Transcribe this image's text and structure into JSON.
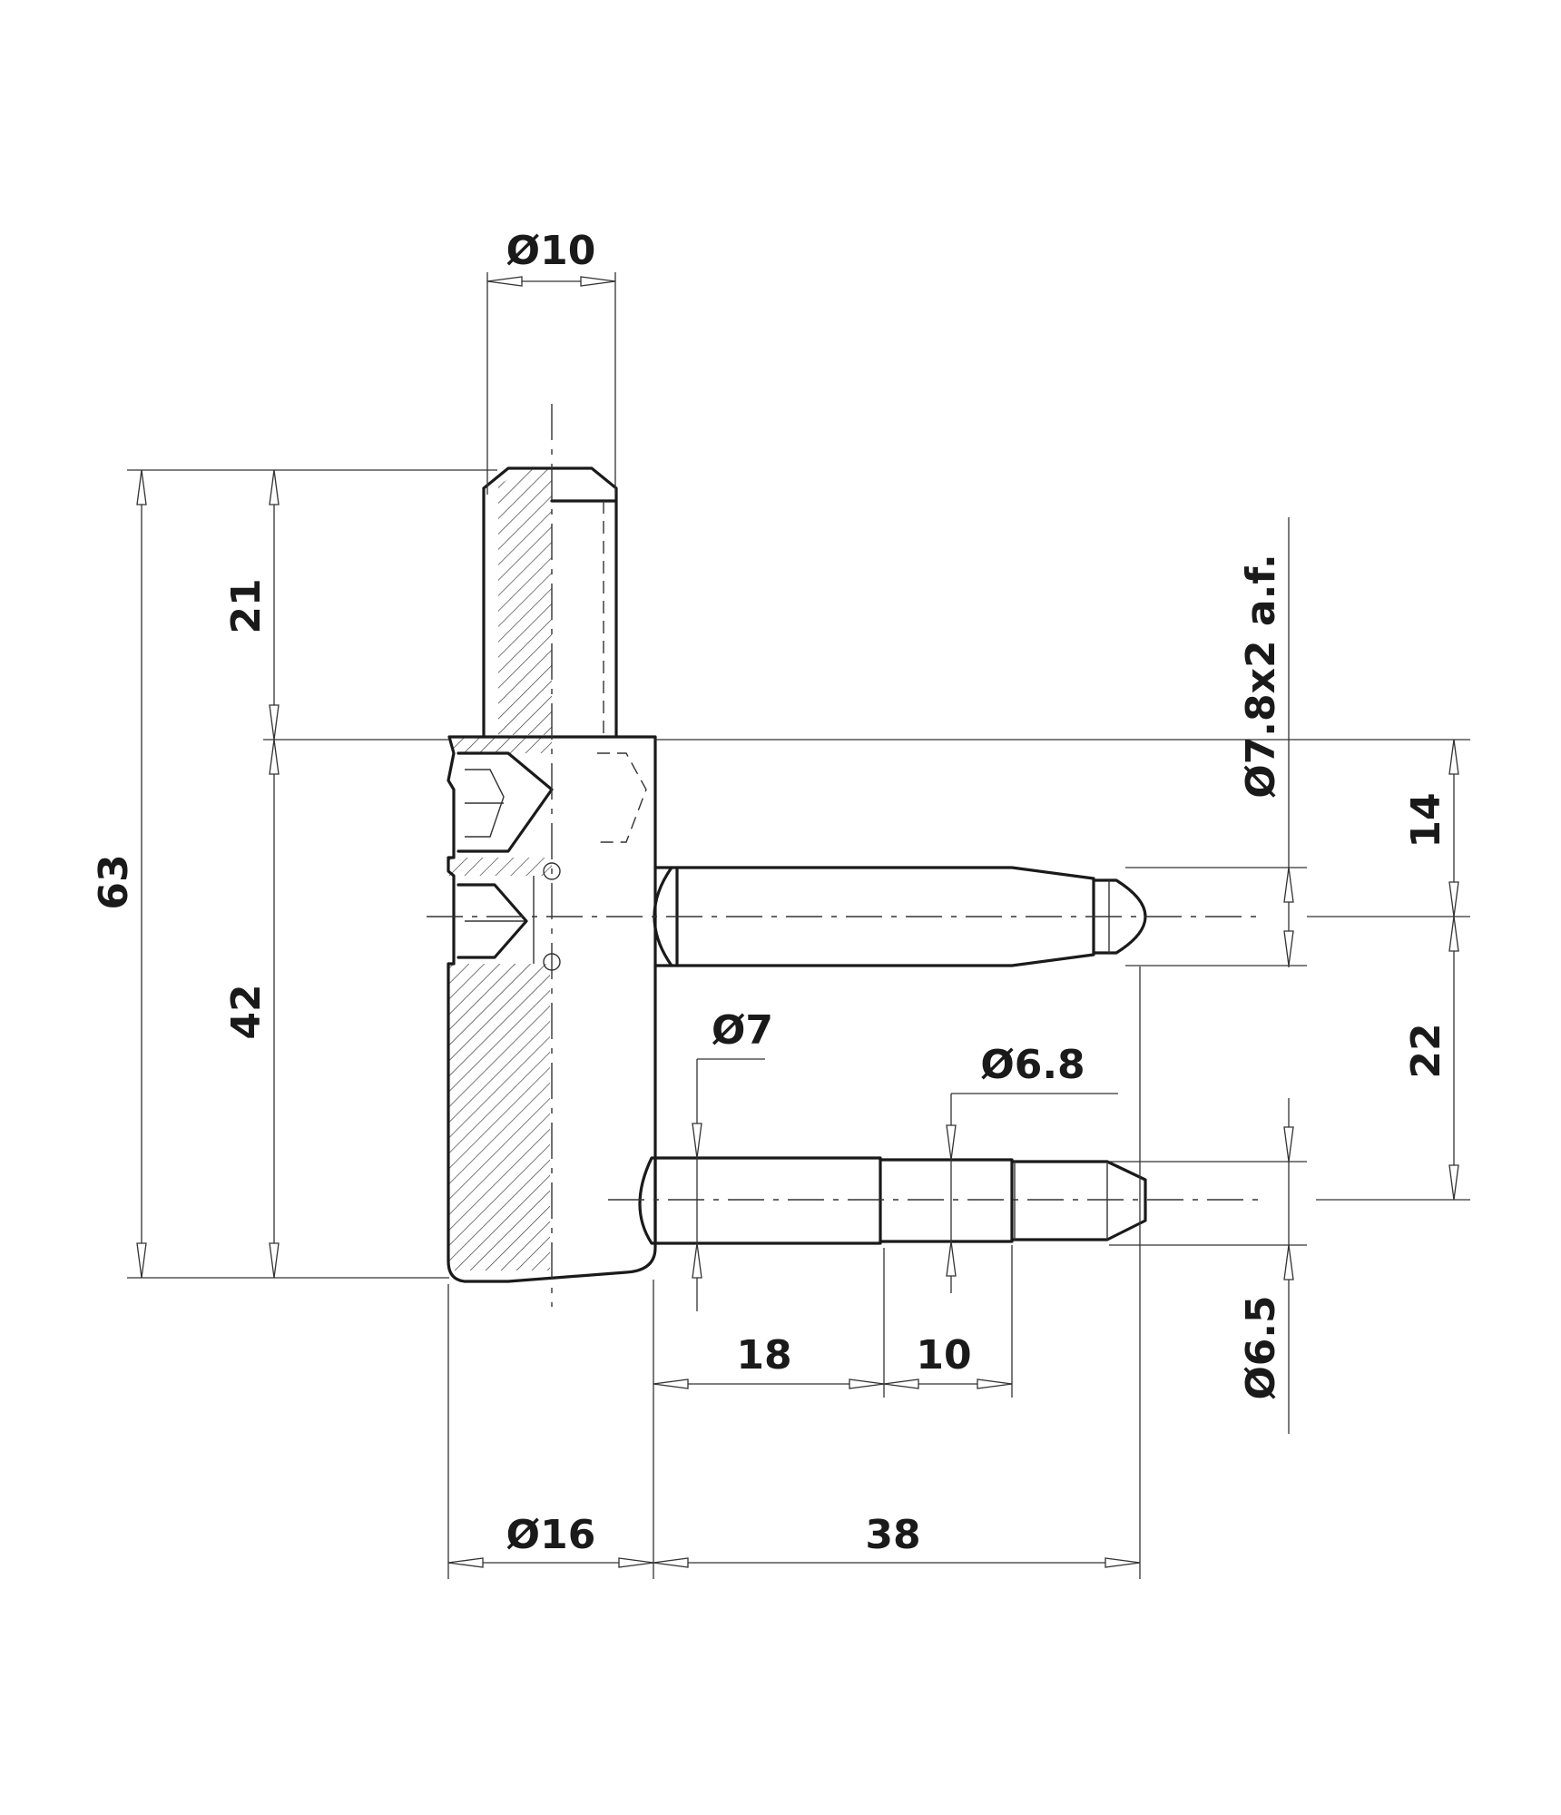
{
  "dimensions": {
    "d10": "Ø10",
    "d16": "Ø16",
    "len38": "38",
    "len18": "18",
    "len10": "10",
    "d7": "Ø7",
    "d68": "Ø6.8",
    "d65": "Ø6.5",
    "d78": "Ø7.8x2 a.f.",
    "h63": "63",
    "h21": "21",
    "h42": "42",
    "h14": "14",
    "h22": "22"
  },
  "colors": {
    "line": "#1a1a1a",
    "background": "#ffffff"
  }
}
